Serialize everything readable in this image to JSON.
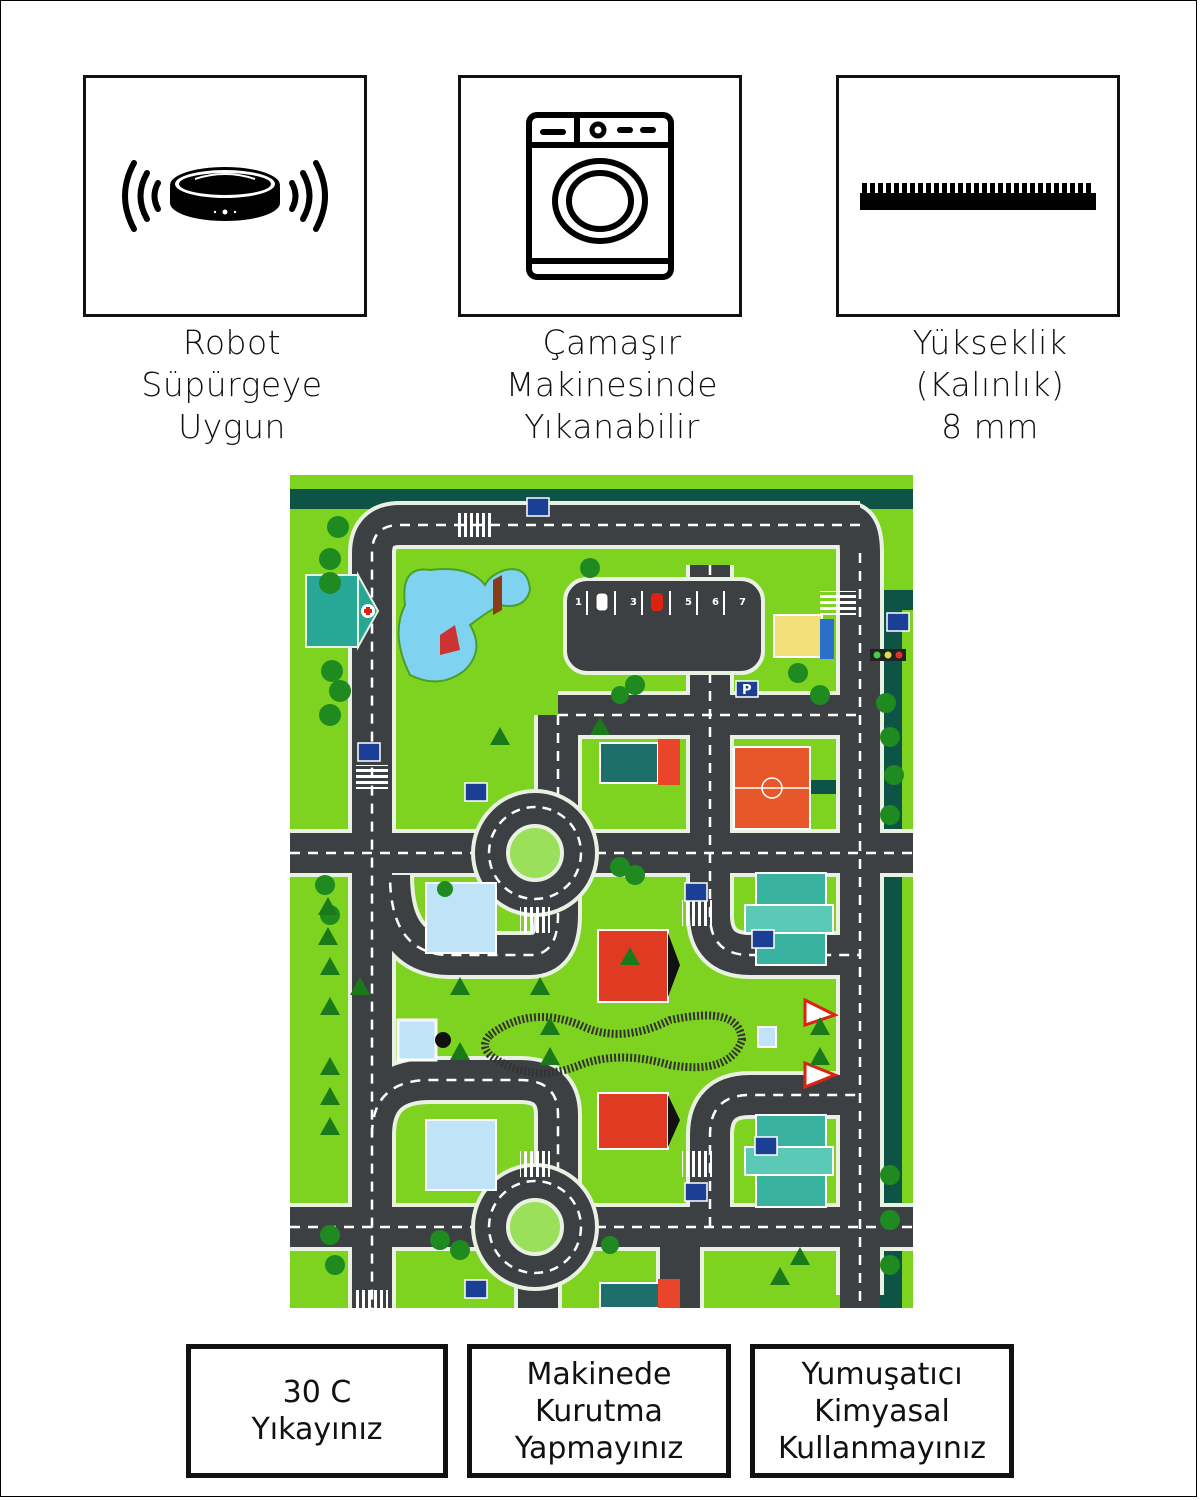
{
  "features": [
    {
      "icon": "robot-vacuum-icon",
      "lines": [
        "Robot",
        "Süpürgeye",
        "Uygun"
      ]
    },
    {
      "icon": "washing-machine-icon",
      "lines": [
        "Çamaşır",
        "Makinesinde",
        "Yıkanabilir"
      ]
    },
    {
      "icon": "pile-height-icon",
      "lines": [
        "Yükseklik",
        "(Kalınlık)",
        "8 mm"
      ]
    }
  ],
  "map": {
    "description": "Kids city road playmat",
    "parking_spots": [
      "1",
      "",
      "3",
      "",
      "5",
      "6",
      "7"
    ],
    "parking_sign": "P",
    "colors": {
      "grass": "#7ed321",
      "road": "#3d4043",
      "river": "#0d5446",
      "water": "#7fd3f0",
      "court": "#e8572a"
    }
  },
  "care": [
    {
      "lines": [
        "30 C",
        "Yıkayınız"
      ]
    },
    {
      "lines": [
        "Makinede",
        "Kurutma",
        "Yapmayınız"
      ]
    },
    {
      "lines": [
        "Yumuşatıcı",
        "Kimyasal",
        "Kullanmayınız"
      ]
    }
  ]
}
